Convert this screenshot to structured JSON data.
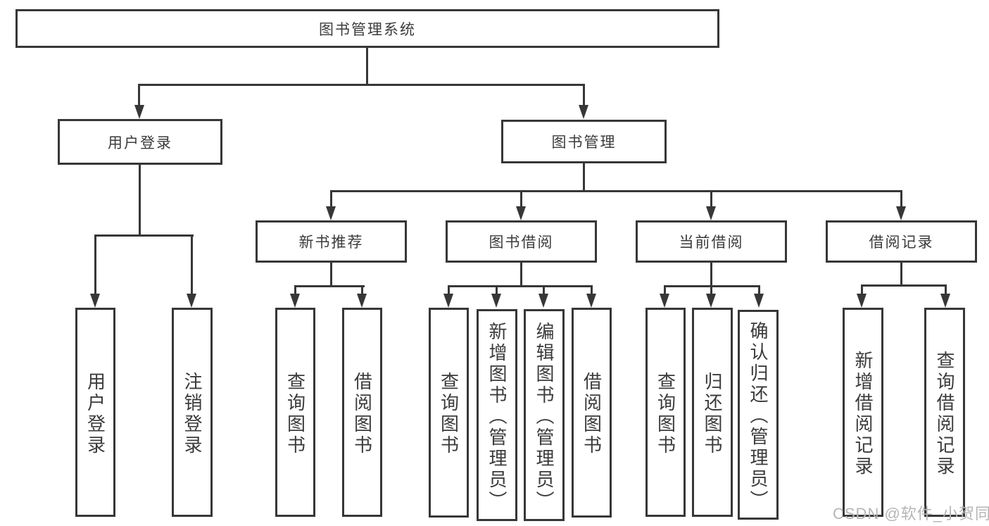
{
  "tree": {
    "root": {
      "label": "图书管理系统"
    },
    "branches": [
      {
        "label": "用户登录",
        "children": [
          {
            "label": "用户登录"
          },
          {
            "label": "注销登录"
          }
        ]
      },
      {
        "label": "图书管理",
        "children": [
          {
            "label": "新书推荐",
            "children": [
              {
                "label": "查询图书"
              },
              {
                "label": "借阅图书"
              }
            ]
          },
          {
            "label": "图书借阅",
            "children": [
              {
                "label": "查询图书"
              },
              {
                "label": "新增图书（管理员）"
              },
              {
                "label": "编辑图书（管理员）"
              },
              {
                "label": "借阅图书"
              }
            ]
          },
          {
            "label": "当前借阅",
            "children": [
              {
                "label": "查询图书"
              },
              {
                "label": "归还图书"
              },
              {
                "label": "确认归还（管理员）"
              }
            ]
          },
          {
            "label": "借阅记录",
            "children": [
              {
                "label": "新增借阅记录"
              },
              {
                "label": "查询借阅记录"
              }
            ]
          }
        ]
      }
    ]
  },
  "watermark": {
    "text": "CSDN @软件_小贺同学"
  },
  "colors": {
    "line": "#373737",
    "text": "#3b3b3b",
    "watermark": "#b5b5b5",
    "background": "#ffffff"
  }
}
